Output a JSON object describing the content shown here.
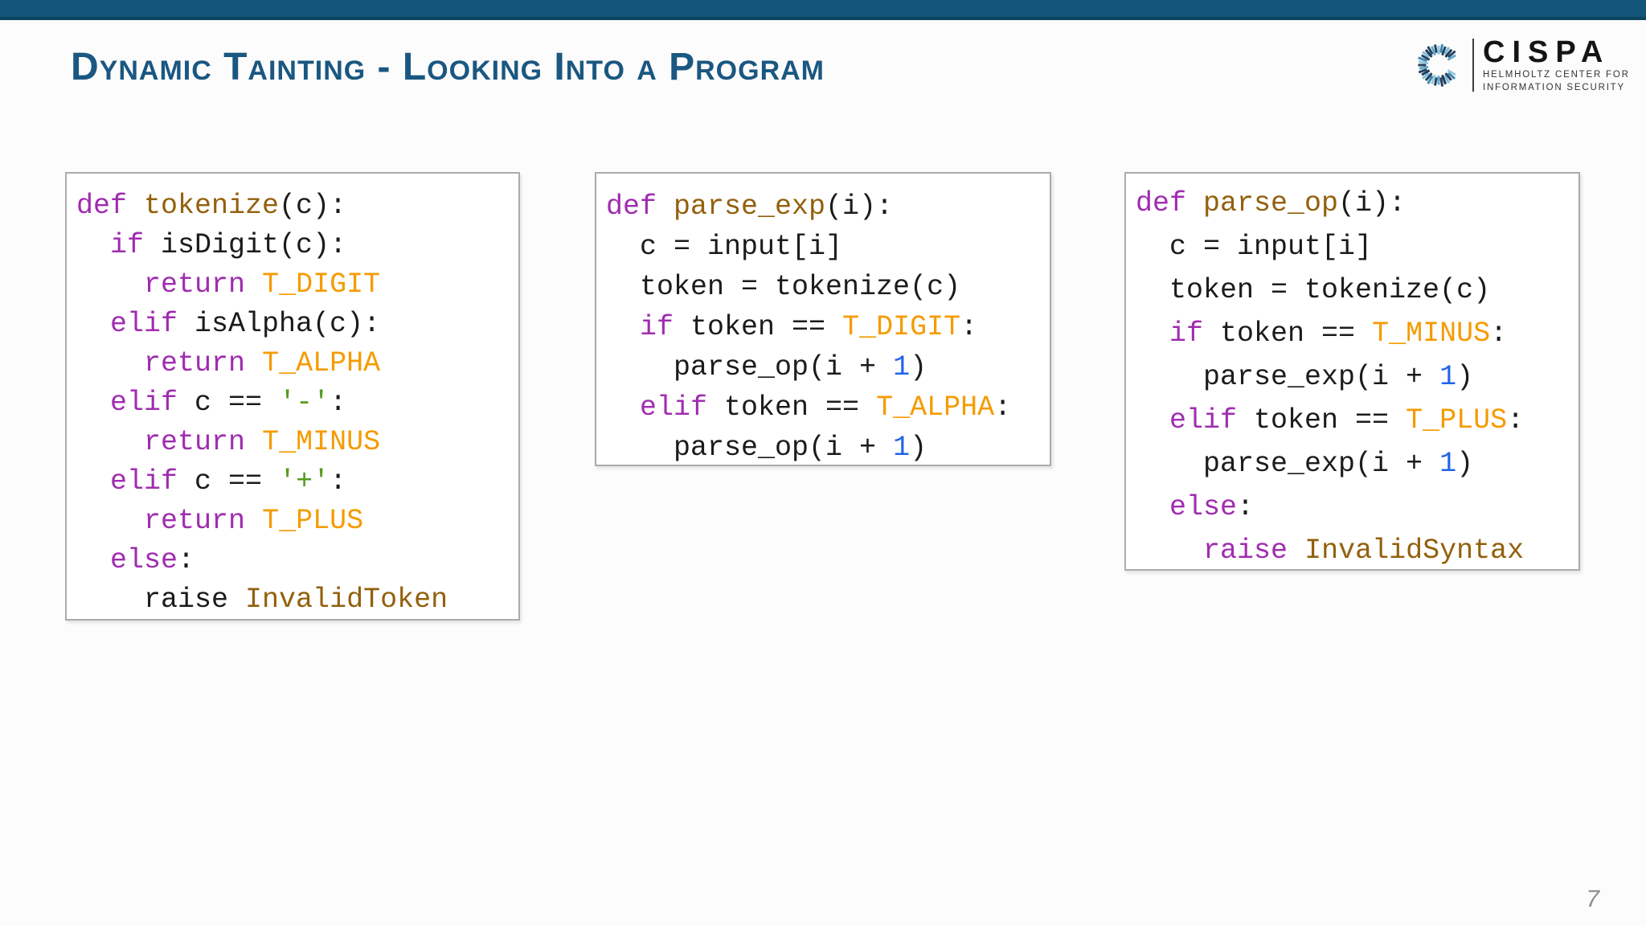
{
  "title": "Dynamic Tainting - Looking Into a Program",
  "logo": {
    "wordmark": "CISPA",
    "subtitle_line1": "HELMHOLTZ CENTER FOR",
    "subtitle_line2": "INFORMATION SECURITY"
  },
  "page_number": "7",
  "colors": {
    "top_bar": "#12547A",
    "top_bar_edge": "#0D455F",
    "title": "#1A5781",
    "keyword": "#A02CB0",
    "function_name": "#93600C",
    "constant": "#F59B00",
    "number": "#1F63E8",
    "string": "#569A1E",
    "code_text": "#1B1B1B"
  },
  "code_boxes": [
    {
      "name": "tokenize",
      "lines": [
        [
          [
            "kw",
            "def "
          ],
          [
            "fn",
            "tokenize"
          ],
          [
            "pl",
            "(c):"
          ]
        ],
        [
          [
            "pl",
            "  "
          ],
          [
            "kw",
            "if"
          ],
          [
            "pl",
            " isDigit(c):"
          ]
        ],
        [
          [
            "pl",
            "    "
          ],
          [
            "kw",
            "return"
          ],
          [
            "pl",
            " "
          ],
          [
            "const",
            "T_DIGIT"
          ]
        ],
        [
          [
            "pl",
            "  "
          ],
          [
            "kw",
            "elif"
          ],
          [
            "pl",
            " isAlpha(c):"
          ]
        ],
        [
          [
            "pl",
            "    "
          ],
          [
            "kw",
            "return"
          ],
          [
            "pl",
            " "
          ],
          [
            "const",
            "T_ALPHA"
          ]
        ],
        [
          [
            "pl",
            "  "
          ],
          [
            "kw",
            "elif"
          ],
          [
            "pl",
            " c == "
          ],
          [
            "str",
            "'-'"
          ],
          [
            "pl",
            ":"
          ]
        ],
        [
          [
            "pl",
            "    "
          ],
          [
            "kw",
            "return"
          ],
          [
            "pl",
            " "
          ],
          [
            "const",
            "T_MINUS"
          ]
        ],
        [
          [
            "pl",
            "  "
          ],
          [
            "kw",
            "elif"
          ],
          [
            "pl",
            " c == "
          ],
          [
            "str",
            "'+'"
          ],
          [
            "pl",
            ":"
          ]
        ],
        [
          [
            "pl",
            "    "
          ],
          [
            "kw",
            "return"
          ],
          [
            "pl",
            " "
          ],
          [
            "const",
            "T_PLUS"
          ]
        ],
        [
          [
            "pl",
            "  "
          ],
          [
            "kw",
            "else"
          ],
          [
            "pl",
            ":"
          ]
        ],
        [
          [
            "pl",
            "    raise "
          ],
          [
            "fn",
            "InvalidToken"
          ]
        ]
      ]
    },
    {
      "name": "parse_exp",
      "lines": [
        [
          [
            "kw",
            "def "
          ],
          [
            "fn",
            "parse_exp"
          ],
          [
            "pl",
            "(i):"
          ]
        ],
        [
          [
            "pl",
            "  c = input[i]"
          ]
        ],
        [
          [
            "pl",
            "  token = tokenize(c)"
          ]
        ],
        [
          [
            "pl",
            "  "
          ],
          [
            "kw",
            "if"
          ],
          [
            "pl",
            " token == "
          ],
          [
            "const",
            "T_DIGIT"
          ],
          [
            "pl",
            ":"
          ]
        ],
        [
          [
            "pl",
            "    parse_op(i + "
          ],
          [
            "num",
            "1"
          ],
          [
            "pl",
            ")"
          ]
        ],
        [
          [
            "pl",
            "  "
          ],
          [
            "kw",
            "elif"
          ],
          [
            "pl",
            " token == "
          ],
          [
            "const",
            "T_ALPHA"
          ],
          [
            "pl",
            ":"
          ]
        ],
        [
          [
            "pl",
            "    parse_op(i + "
          ],
          [
            "num",
            "1"
          ],
          [
            "pl",
            ")"
          ]
        ]
      ]
    },
    {
      "name": "parse_op",
      "lines": [
        [
          [
            "kw",
            "def "
          ],
          [
            "fn",
            "parse_op"
          ],
          [
            "pl",
            "(i):"
          ]
        ],
        [
          [
            "pl",
            "  c = input[i]"
          ]
        ],
        [
          [
            "pl",
            "  token = tokenize(c)"
          ]
        ],
        [
          [
            "pl",
            "  "
          ],
          [
            "kw",
            "if"
          ],
          [
            "pl",
            " token == "
          ],
          [
            "const",
            "T_MINUS"
          ],
          [
            "pl",
            ":"
          ]
        ],
        [
          [
            "pl",
            "    parse_exp(i + "
          ],
          [
            "num",
            "1"
          ],
          [
            "pl",
            ")"
          ]
        ],
        [
          [
            "pl",
            "  "
          ],
          [
            "kw",
            "elif"
          ],
          [
            "pl",
            " token == "
          ],
          [
            "const",
            "T_PLUS"
          ],
          [
            "pl",
            ":"
          ]
        ],
        [
          [
            "pl",
            "    parse_exp(i + "
          ],
          [
            "num",
            "1"
          ],
          [
            "pl",
            ")"
          ]
        ],
        [
          [
            "pl",
            "  "
          ],
          [
            "kw",
            "else"
          ],
          [
            "pl",
            ":"
          ]
        ],
        [
          [
            "pl",
            "    "
          ],
          [
            "kw",
            "raise"
          ],
          [
            "pl",
            " "
          ],
          [
            "fn",
            "InvalidSyntax"
          ]
        ]
      ]
    }
  ]
}
